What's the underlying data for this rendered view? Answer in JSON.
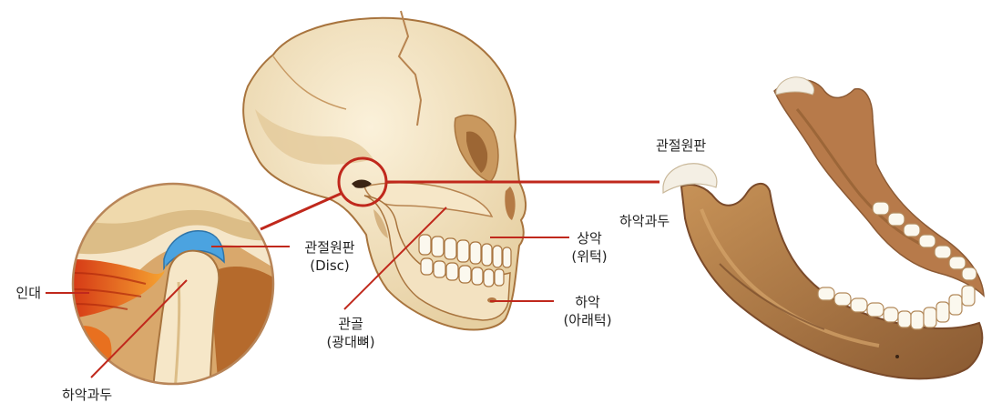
{
  "colors": {
    "bone": "#f1e1c0",
    "bone_shade": "#d9bd8b",
    "bone_outline": "#a8743e",
    "leader": "#c0281c",
    "disc": "#4ba3e0",
    "ligament": "#e35a1f",
    "tissue": "#b56a2c",
    "gum": "#7a4a2a",
    "tooth": "#fbf8ee"
  },
  "labels": {
    "ligament": "인대",
    "condyle_detail": "하악과두",
    "disc_name": "관절원판",
    "disc_sub": "(Disc)",
    "zygoma_name": "관골",
    "zygoma_sub": "(광대뼈)",
    "maxilla_name": "상악",
    "maxilla_sub": "(위턱)",
    "mandible_name": "하악",
    "mandible_sub": "(아래턱)",
    "jaw_disc": "관절원판",
    "jaw_condyle": "하악과두"
  }
}
